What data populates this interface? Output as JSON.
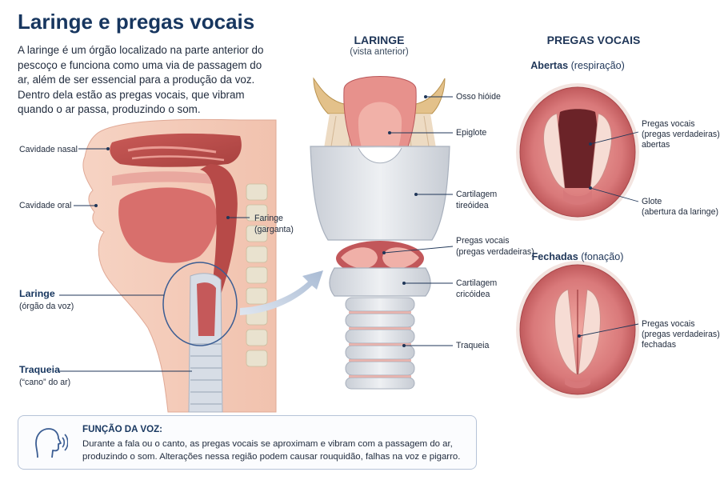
{
  "title": "Laringe e pregas vocais",
  "intro": "A laringe é um órgão localizado na parte anterior do pescoço e funciona como uma via de passagem do ar, além de ser essencial para a produção da voz. Dentro dela estão as pregas vocais, que vibram quando o ar passa, produzindo o som.",
  "sagittal_labels": {
    "nasal": "Cavidade nasal",
    "oral": "Cavidade oral",
    "pharynx_1": "Faringe",
    "pharynx_2": "(garganta)",
    "larynx": "Laringe",
    "larynx_sub": "(órgão da voz)",
    "trachea": "Traqueia",
    "trachea_sub": "(“cano” do ar)"
  },
  "larynx_view": {
    "title": "LARINGE",
    "subtitle": "(vista anterior)",
    "labels": {
      "hyoid": "Osso hióide",
      "epiglottis": "Epiglote",
      "thyroid_1": "Cartilagem",
      "thyroid_2": "tireóidea",
      "folds_1": "Pregas vocais",
      "folds_2": "(pregas verdadeiras)",
      "cricoid_1": "Cartilagem",
      "cricoid_2": "cricóidea",
      "trachea": "Traqueia"
    }
  },
  "vocal_folds": {
    "title": "PREGAS VOCAIS",
    "open": {
      "heading_bold": "Abertas",
      "heading_rest": " (respiração)",
      "label_folds_1": "Pregas vocais",
      "label_folds_2": "(pregas verdadeiras)",
      "label_folds_3": "abertas",
      "label_glottis_1": "Glote",
      "label_glottis_2": "(abertura da laringe)"
    },
    "closed": {
      "heading_bold": "Fechadas",
      "heading_rest": " (fonação)",
      "label_folds_1": "Pregas vocais",
      "label_folds_2": "(pregas verdadeiras)",
      "label_folds_3": "fechadas"
    }
  },
  "callout": {
    "icon": "speaking-head-icon",
    "title": "FUNÇÃO DA VOZ:",
    "text": "Durante a fala ou o canto, as pregas vocais se aproximam e vibram com a passagem do ar, produzindo o som. Alterações nessa região podem causar rouquidão, falhas na voz e pigarro."
  },
  "colors": {
    "title": "#17365f",
    "tissue": "#d9807a",
    "tissue_dark": "#b8524d",
    "cartilage": "#dfe3e8",
    "bone": "#e3c18a",
    "leader_line": "#1f3658"
  }
}
